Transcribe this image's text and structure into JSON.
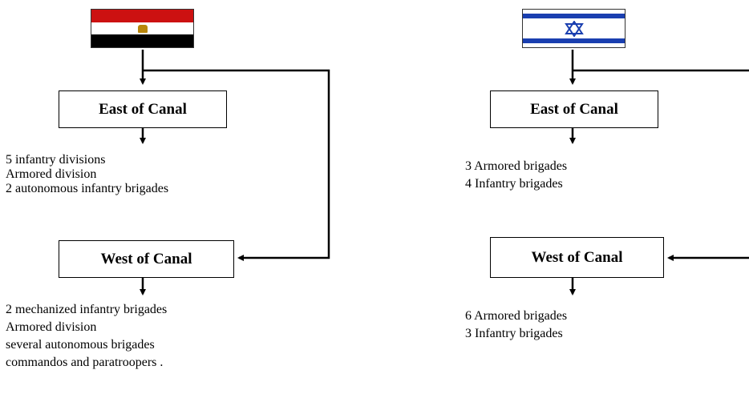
{
  "left_side": {
    "flag_icon": "egypt-flag-icon",
    "east_box": "East of Canal",
    "east_units": [
      "5 infantry divisions",
      "Armored division",
      "2 autonomous infantry brigades"
    ],
    "west_box": "West of Canal",
    "west_units": [
      "2 mechanized infantry brigades",
      "Armored division",
      "several autonomous brigades",
      "commandos and paratroopers ."
    ]
  },
  "right_side": {
    "flag_icon": "israel-flag-icon",
    "east_box": "East of Canal",
    "east_units": [
      "3 Armored brigades",
      "4  Infantry brigades"
    ],
    "west_box": "West of Canal",
    "west_units": [
      "6 Armored brigades",
      "3  Infantry brigades"
    ]
  },
  "colors": {
    "egypt_red": "#cc1111",
    "egypt_black": "#000000",
    "egypt_emblem": "#b8860b",
    "israel_blue": "#1a3fb0",
    "line": "#000000"
  }
}
